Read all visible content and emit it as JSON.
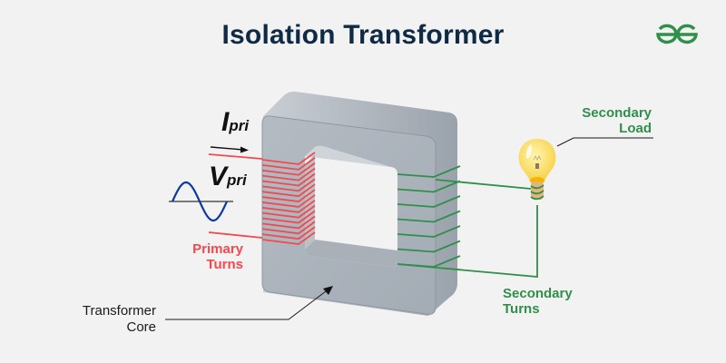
{
  "title": "Isolation Transformer",
  "logo": {
    "icon": "geeksforgeeks-logo-icon",
    "color": "#2f8f4b"
  },
  "labels": {
    "current": {
      "symbol": "I",
      "subscript": "pri"
    },
    "voltage": {
      "symbol": "V",
      "subscript": "pri"
    },
    "primary_turns": [
      "Primary",
      "Turns"
    ],
    "secondary_turns": [
      "Secondary",
      "Turns"
    ],
    "secondary_load": [
      "Secondary",
      "Load"
    ],
    "transformer_core": [
      "Transformer",
      "Core"
    ]
  },
  "colors": {
    "title": "#0f2a44",
    "primary": "#f2494f",
    "secondary": "#2f8f4b",
    "core": "#adb5bd",
    "wave": "#0d3a9e",
    "background": "#f2f2f2"
  },
  "primary_turn_count": 16,
  "secondary_turn_count": 7
}
